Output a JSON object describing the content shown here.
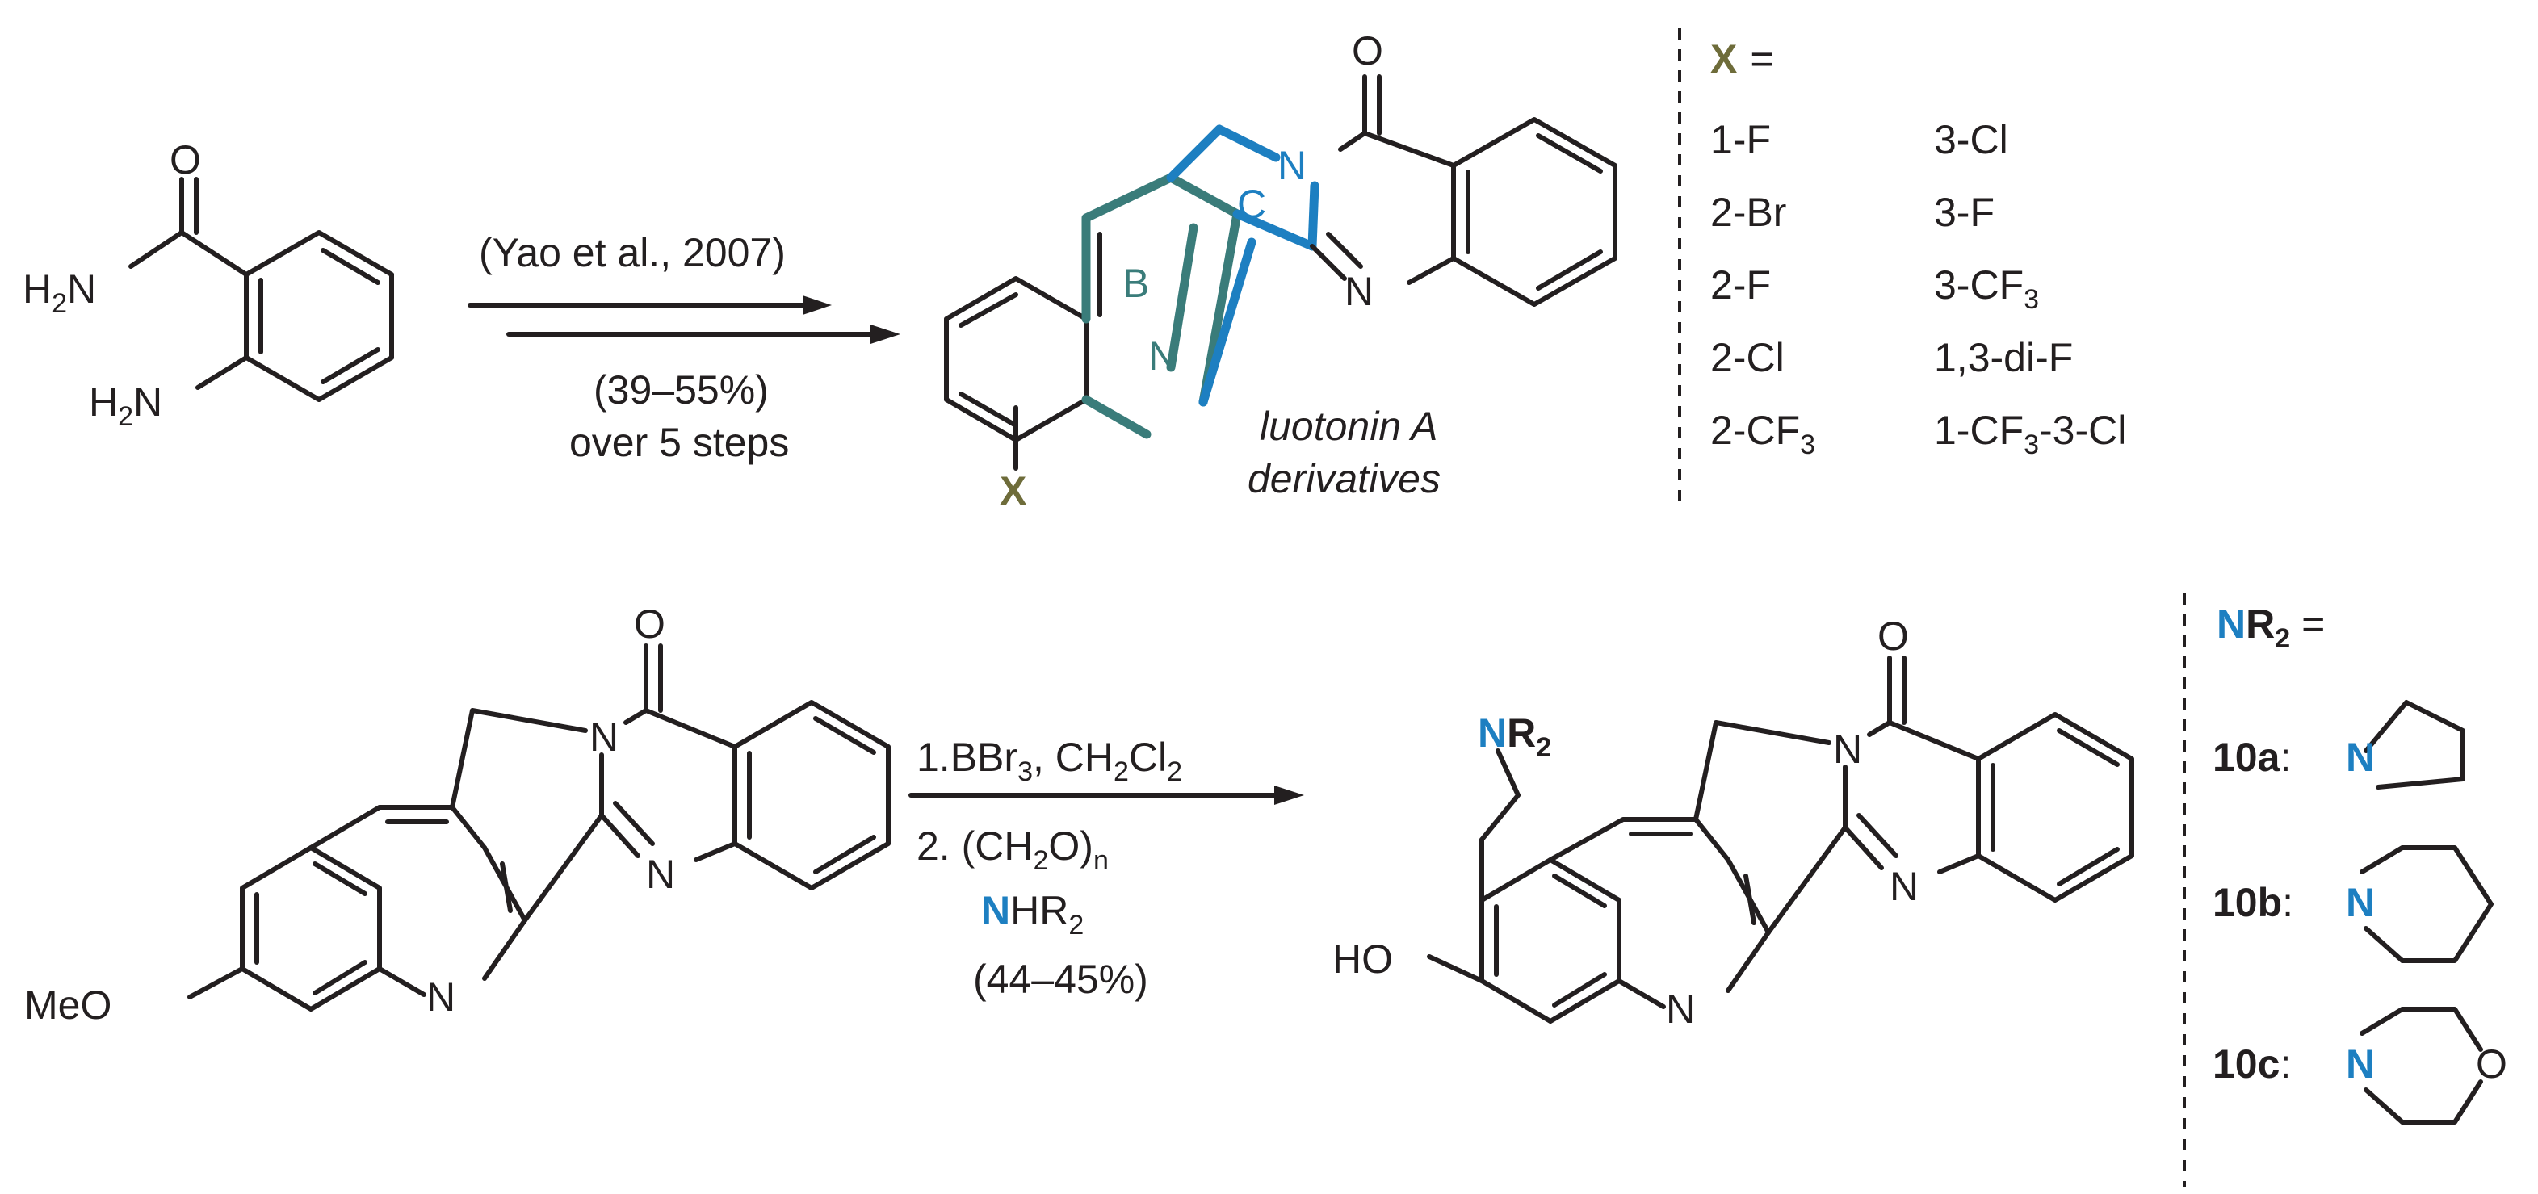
{
  "colors": {
    "ink": "#231f20",
    "ring_b": "#3a7c7a",
    "ring_c": "#1d7fc1",
    "nitrogen": "#1d7fc1",
    "x_sub": "#6e6c3a"
  },
  "reaction1": {
    "reagent_line1": "(Yao et al., 2007)",
    "yield_line": "(39–55%)",
    "steps_line": "over 5 steps",
    "product_name_line1": "luotonin A",
    "product_name_line2": "derivatives",
    "ring_b_label": "B",
    "ring_c_label": "C",
    "x_label": "X",
    "atom_o": "O",
    "atom_n": "N"
  },
  "starting_material": {
    "h2n_top": "H",
    "h2n_top_sub": "2",
    "h2n_top_n": "N",
    "h2n_bot": "H",
    "h2n_bot_sub": "2",
    "h2n_bot_n": "N",
    "atom_o": "O"
  },
  "x_table": {
    "header_x": "X",
    "header_eq": "=",
    "col1": [
      "1-F",
      "2-Br",
      "2-F",
      "2-Cl",
      "2-CF"
    ],
    "col1_last_sub": "3",
    "col2": [
      "3-Cl",
      "3-F",
      "3-CF",
      "1,3-di-F",
      "1-CF"
    ],
    "col2_row3_sub": "3",
    "col2_last_sub": "3",
    "col2_last_tail": "-3-Cl"
  },
  "reaction2": {
    "step1_prefix": "1.BBr",
    "step1_sub1": "3",
    "step1_mid": ", CH",
    "step1_sub2": "2",
    "step1_tail": "Cl",
    "step1_sub3": "2",
    "step2_prefix": "2. (CH",
    "step2_sub1": "2",
    "step2_mid": "O)",
    "step2_sub2": "n",
    "step2_n": "N",
    "step2_hr": "HR",
    "step2_sub3": "2",
    "yield": "(44–45%)",
    "meo": "MeO",
    "ho": "HO",
    "nr2_n": "N",
    "nr2_r": "R",
    "nr2_sub": "2"
  },
  "nr2_table": {
    "header_n": "N",
    "header_r": "R",
    "header_sub": "2",
    "header_eq": "=",
    "entries": [
      {
        "label": "10a",
        "colon": ":",
        "atom": "N"
      },
      {
        "label": "10b",
        "colon": ":",
        "atom": "N"
      },
      {
        "label": "10c",
        "colon": ":",
        "atom": "N",
        "extra_atom": "O"
      }
    ]
  }
}
